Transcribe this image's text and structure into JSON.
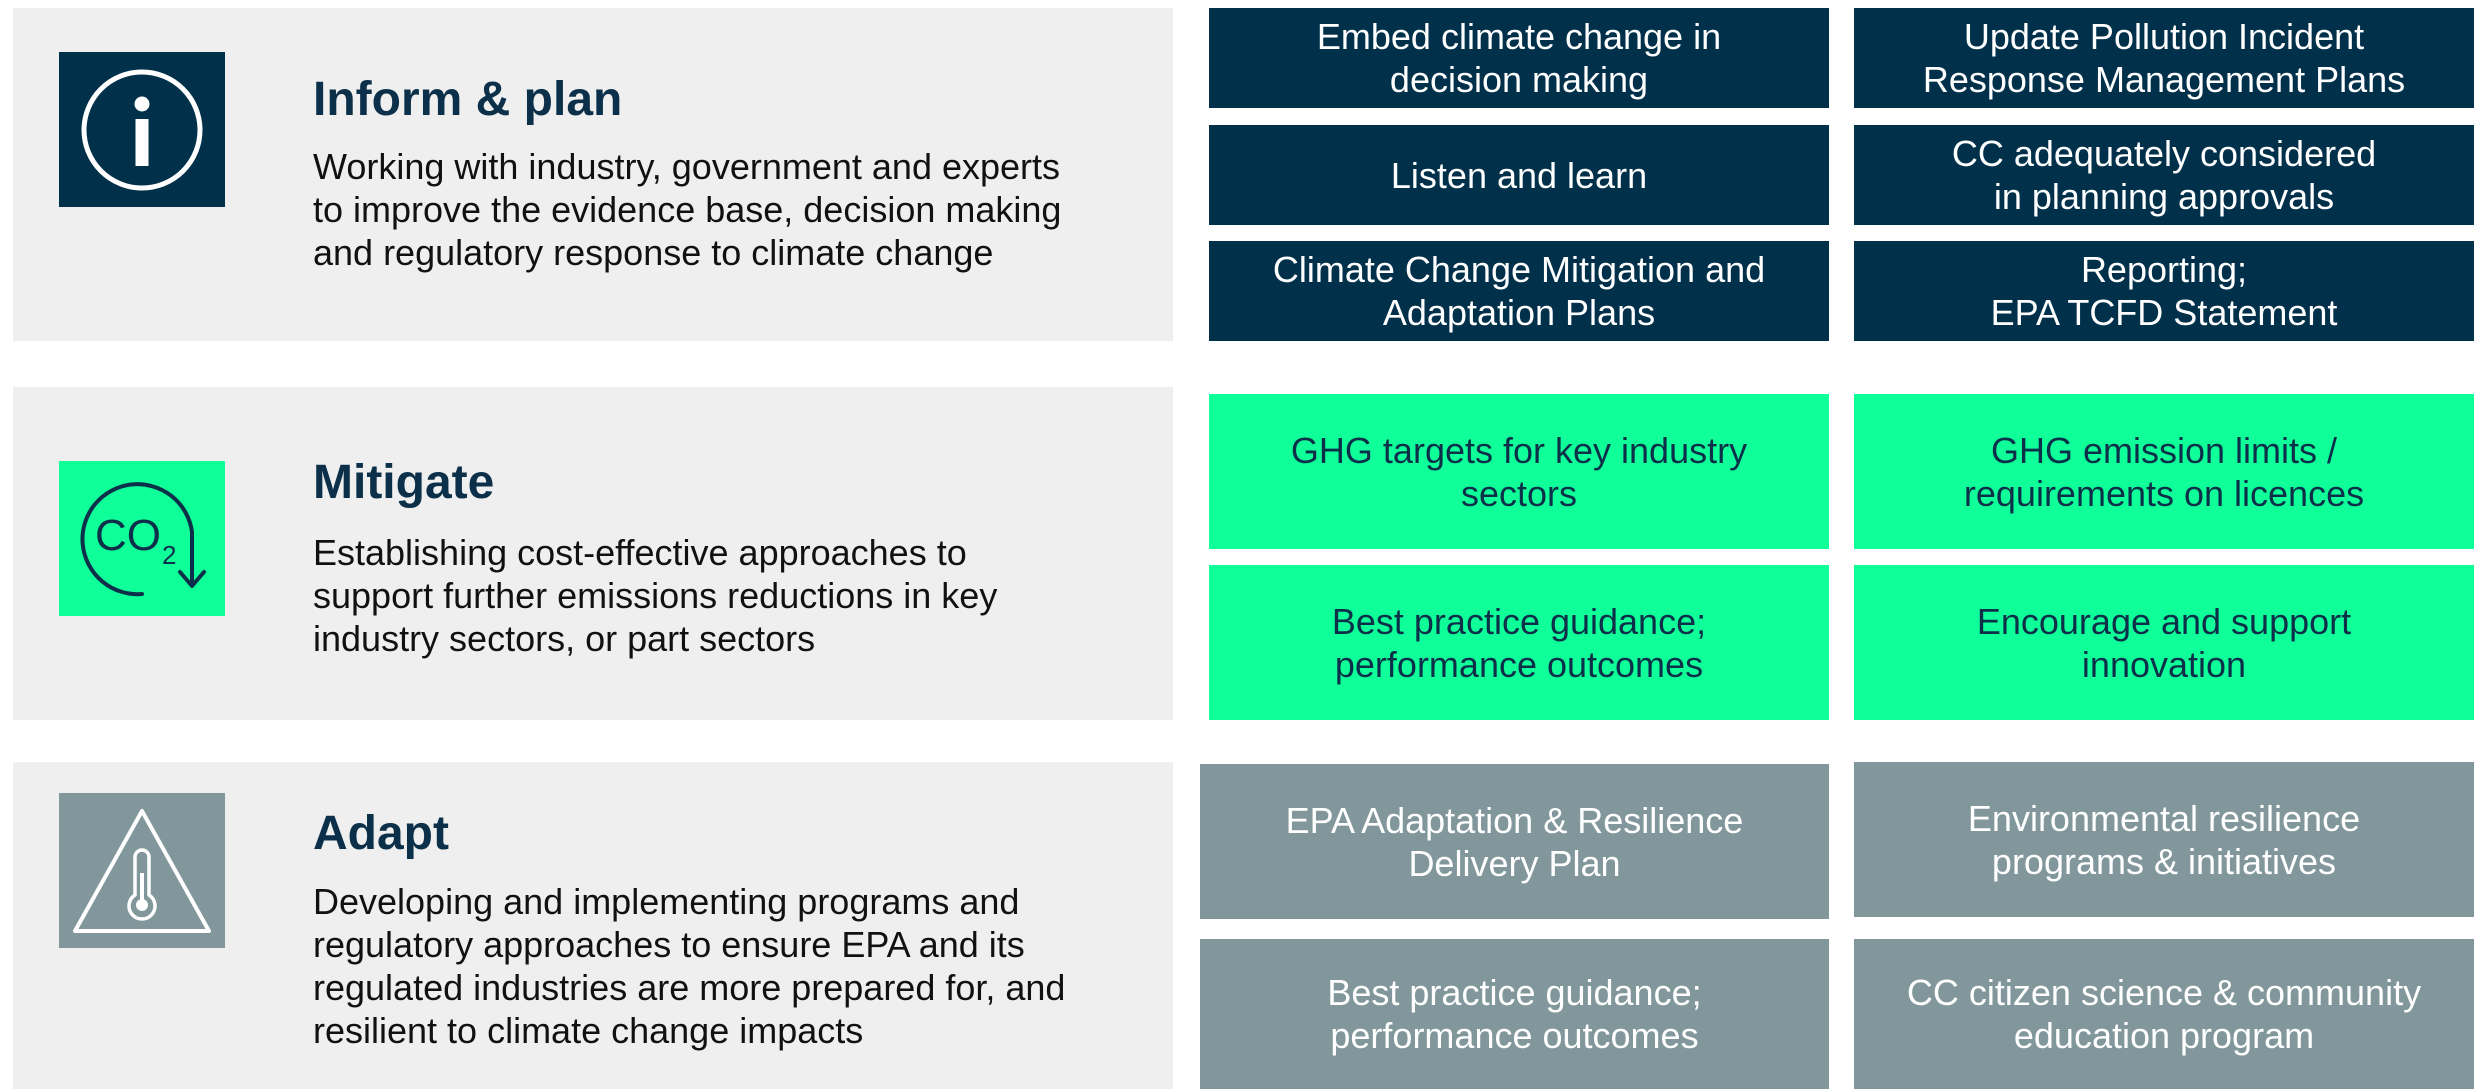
{
  "colors": {
    "navy": "#01304a",
    "green": "#0fff99",
    "grey": "#81979b",
    "panel": "#efefef",
    "heading": "#0c3049"
  },
  "sections": [
    {
      "icon": "info-icon",
      "title": "Inform & plan",
      "description": [
        "Working with industry, government and experts",
        "to improve the evidence base, decision making",
        "and regulatory response to climate change"
      ],
      "actions": [
        [
          "Embed climate change in",
          "decision making"
        ],
        [
          "Update Pollution Incident",
          "Response Management Plans"
        ],
        [
          "Listen and learn"
        ],
        [
          "CC adequately considered",
          "in planning approvals"
        ],
        [
          "Climate Change Mitigation and",
          "Adaptation Plans"
        ],
        [
          "Reporting;",
          "EPA TCFD Statement"
        ]
      ]
    },
    {
      "icon": "co2-icon",
      "icon_text": "CO",
      "icon_subscript": "2",
      "title": "Mitigate",
      "description": [
        "Establishing cost-effective approaches to",
        "support further emissions reductions in key",
        "industry sectors, or part sectors"
      ],
      "actions": [
        [
          "GHG targets for key industry",
          "sectors"
        ],
        [
          "GHG emission limits /",
          "requirements on licences"
        ],
        [
          "Best practice guidance;",
          "performance outcomes"
        ],
        [
          "Encourage and support",
          "innovation"
        ]
      ]
    },
    {
      "icon": "thermometer-warning-icon",
      "title": "Adapt",
      "description": [
        "Developing and implementing programs and",
        "regulatory approaches to ensure EPA and its",
        "regulated industries are more prepared for, and",
        "resilient to climate change impacts"
      ],
      "actions": [
        [
          "EPA Adaptation & Resilience",
          "Delivery Plan"
        ],
        [
          "Environmental resilience",
          "programs & initiatives"
        ],
        [
          "Best practice guidance;",
          "performance outcomes"
        ],
        [
          "CC citizen science & community",
          "education program"
        ]
      ]
    }
  ]
}
